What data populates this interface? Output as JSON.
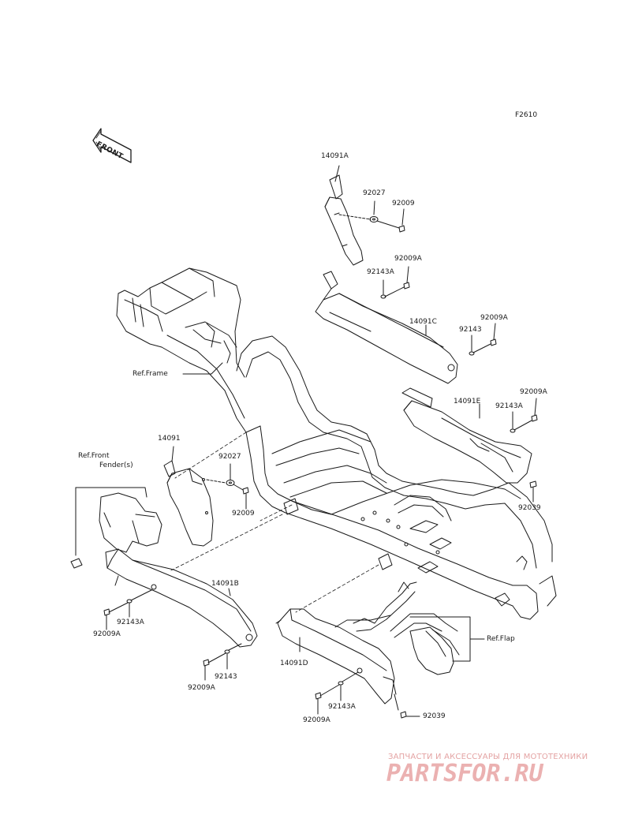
{
  "figure_id": "F2610",
  "front_label": "FRONT",
  "labels": {
    "p14091A": "14091A",
    "p92027_top": "92027",
    "p92009_top": "92009",
    "p92009A_1": "92009A",
    "p92143A_1": "92143A",
    "p14091C": "14091C",
    "p92009A_2": "92009A",
    "p92143_1": "92143",
    "p92009A_3": "92009A",
    "p14091E": "14091E",
    "p92143A_2": "92143A",
    "p92039_1": "92039",
    "ref_frame": "Ref.Frame",
    "p14091": "14091",
    "p92027_mid": "92027",
    "p92009_mid": "92009",
    "ref_front": "Ref.Front",
    "fender": "Fender(s)",
    "p14091B": "14091B",
    "p92143A_3": "92143A",
    "p92009A_4": "92009A",
    "p92143_2": "92143",
    "p92009A_5": "92009A",
    "p14091D": "14091D",
    "ref_flap": "Ref.Flap",
    "p92143A_4": "92143A",
    "p92009A_6": "92009A",
    "p92039_2": "92039"
  },
  "watermark": {
    "subtitle": "ЗАПЧАСТИ И АКСЕССУАРЫ ДЛЯ МОТОТЕХНИКИ",
    "brand": "PARTSFOR.RU"
  }
}
